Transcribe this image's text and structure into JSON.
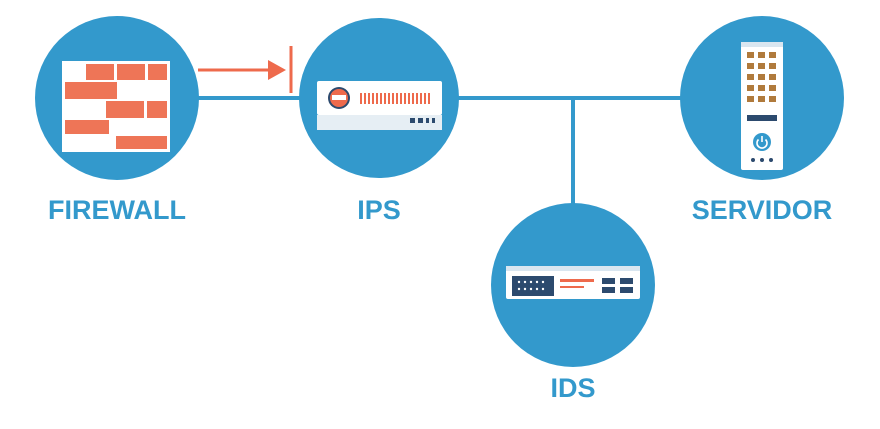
{
  "nodes": {
    "firewall": {
      "label": "FIREWALL"
    },
    "ips": {
      "label": "IPS"
    },
    "ids": {
      "label": "IDS"
    },
    "servidor": {
      "label": "SERVIDOR"
    }
  },
  "colors": {
    "node_blue": "#3399cc",
    "brick_orange": "#ee7557",
    "arrow_orange": "#ee6a4c",
    "device_white": "#ffffff",
    "device_navy": "#2c4a6e"
  }
}
